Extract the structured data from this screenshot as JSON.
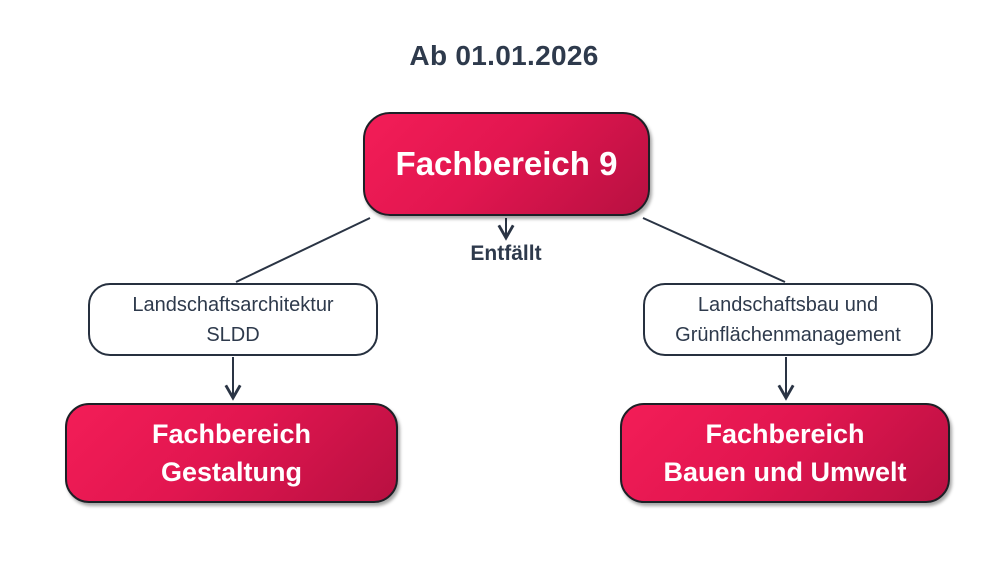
{
  "header": {
    "title": "Ab 01.01.2026"
  },
  "colors": {
    "text_dark": "#2e3a4c",
    "line": "#2a3444",
    "node_border_dark": "#1d2026",
    "white_node_border": "#26303f",
    "accent_gradient_start": "#f31d57",
    "accent_gradient_mid": "#e21650",
    "accent_gradient_end": "#b81041",
    "node_text_light": "#ffffff"
  },
  "diagram": {
    "root": {
      "label": "Fachbereich 9"
    },
    "dropped_note": {
      "label": "Entfällt"
    },
    "left_branch": {
      "source": {
        "line1": "Landschaftsarchitektur",
        "line2": "SLDD"
      },
      "target": {
        "line1": "Fachbereich",
        "line2": "Gestaltung"
      }
    },
    "right_branch": {
      "source": {
        "line1": "Landschaftsbau und",
        "line2": "Grünflächenmanagement"
      },
      "target": {
        "line1": "Fachbereich",
        "line2": "Bauen und Umwelt"
      }
    }
  }
}
